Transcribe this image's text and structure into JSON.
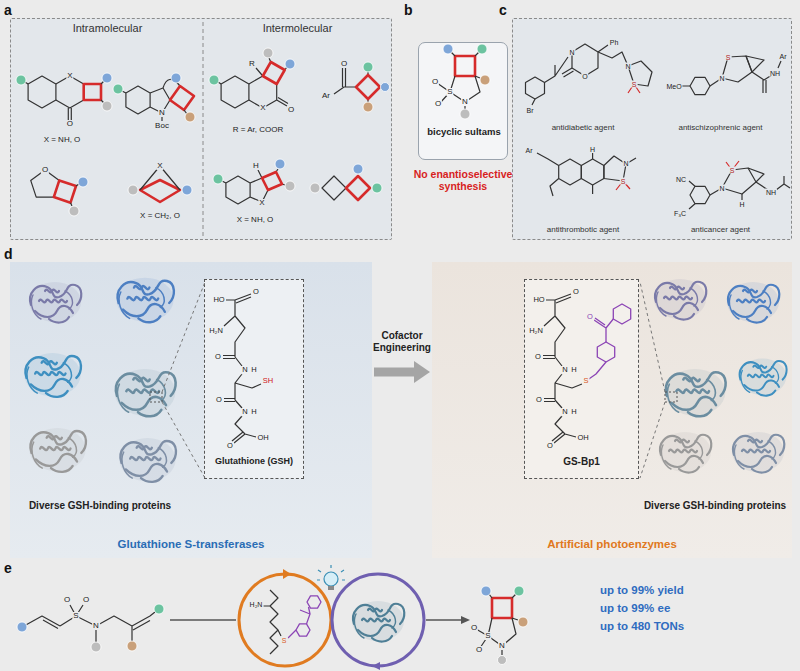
{
  "diagram": {
    "nodes": [
      {
        "text": [
          "Intramolecular",
          "Intermolecular"
        ]
      },
      {
        "text": [
          "bicyclic sultams"
        ]
      },
      {
        "text": [
          "antidiabetic agent",
          "antischizophrenic agent",
          "antithrombotic agent",
          "anticancer agent"
        ]
      },
      {
        "text": [
          "Diverse GSH-binding proteins",
          "Glutathione S-transferases"
        ]
      },
      {
        "text": [
          "Glutathione (GSH)"
        ],
        "in": 3
      },
      {
        "text": [
          "Diverse GSH-binding proteins",
          "Artificial photoenzymes"
        ]
      },
      {
        "text": [
          "GS-Bp1"
        ],
        "in": 5
      }
    ],
    "edges": [
      {
        "from": 3,
        "to": 5,
        "arrow": "to",
        "label": "Cofactor Engineering"
      }
    ],
    "labels": [
      "a",
      "b",
      "c",
      "d",
      "e",
      "X",
      "O",
      "X = NH, O",
      "N",
      "Boc",
      "O",
      "X",
      "X = CH₂, O",
      "R",
      "X",
      "O",
      "R = Ar, COOR",
      "Ar",
      "O",
      "H",
      "X",
      "X = NH, O",
      "S",
      "O",
      "O",
      "N",
      "No enantioselective synthesis",
      "Br",
      "N",
      "O",
      "Ph",
      "N",
      "S",
      "MeO",
      "N",
      "S",
      "NH",
      "Ar",
      "Ar",
      "H",
      "N",
      "S",
      "NC",
      "F₃C",
      "N",
      "S",
      "H",
      "NH",
      "HO",
      "O",
      "H₂N",
      "O",
      "N",
      "H",
      "SH",
      "O",
      "N",
      "H",
      "O",
      "OH",
      "HO",
      "O",
      "H₂N",
      "O",
      "N",
      "H",
      "S",
      "O",
      "N",
      "H",
      "O",
      "OH",
      "O",
      "S",
      "O",
      "O",
      "N",
      "H₂N",
      "S",
      "S",
      "O",
      "O",
      "N",
      "up to 99% yield",
      "up to 99% ee",
      "up to 480 TONs"
    ]
  }
}
